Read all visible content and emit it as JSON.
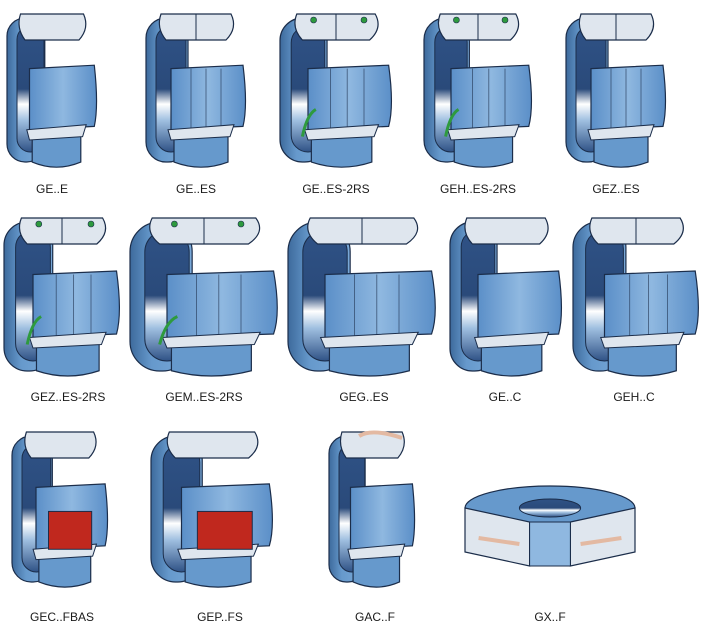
{
  "palette": {
    "outline": "#1b2d4a",
    "outer_ring": "#6699cc",
    "outer_ring_dark": "#3d6a9c",
    "bore": "#2f5286",
    "inner_ring": "#5b8fc8",
    "inner_ring_light": "#8fb8e0",
    "highlight": "#ffffff",
    "cut_face": "#dfe6ee",
    "seal_green": "#2e9a3e",
    "liner_red": "#c0281e",
    "liner_tan": "#e3b9a2"
  },
  "bearings": [
    {
      "label": "GE..E",
      "variant": "plain",
      "seal": false,
      "liner": "none"
    },
    {
      "label": "GE..ES",
      "variant": "grooved",
      "seal": false,
      "liner": "none"
    },
    {
      "label": "GE..ES-2RS",
      "variant": "grooved",
      "seal": true,
      "liner": "none"
    },
    {
      "label": "GEH..ES-2RS",
      "variant": "wide",
      "seal": true,
      "liner": "none"
    },
    {
      "label": "GEZ..ES",
      "variant": "grooved",
      "seal": false,
      "liner": "none"
    },
    {
      "label": "GEZ..ES-2RS",
      "variant": "grooved",
      "seal": true,
      "liner": "none"
    },
    {
      "label": "GEM..ES-2RS",
      "variant": "wide",
      "seal": true,
      "liner": "none"
    },
    {
      "label": "GEG..ES",
      "variant": "wide",
      "seal": false,
      "liner": "none"
    },
    {
      "label": "GE..C",
      "variant": "plain",
      "seal": false,
      "liner": "none"
    },
    {
      "label": "GEH..C",
      "variant": "wide",
      "seal": false,
      "liner": "none"
    },
    {
      "label": "GEC..FBAS",
      "variant": "lined",
      "seal": false,
      "liner": "red"
    },
    {
      "label": "GEP..FS",
      "variant": "lined",
      "seal": false,
      "liner": "red"
    },
    {
      "label": "GAC..F",
      "variant": "angular",
      "seal": false,
      "liner": "tan"
    },
    {
      "label": "GX..F",
      "variant": "thrust",
      "seal": false,
      "liner": "tan"
    }
  ]
}
